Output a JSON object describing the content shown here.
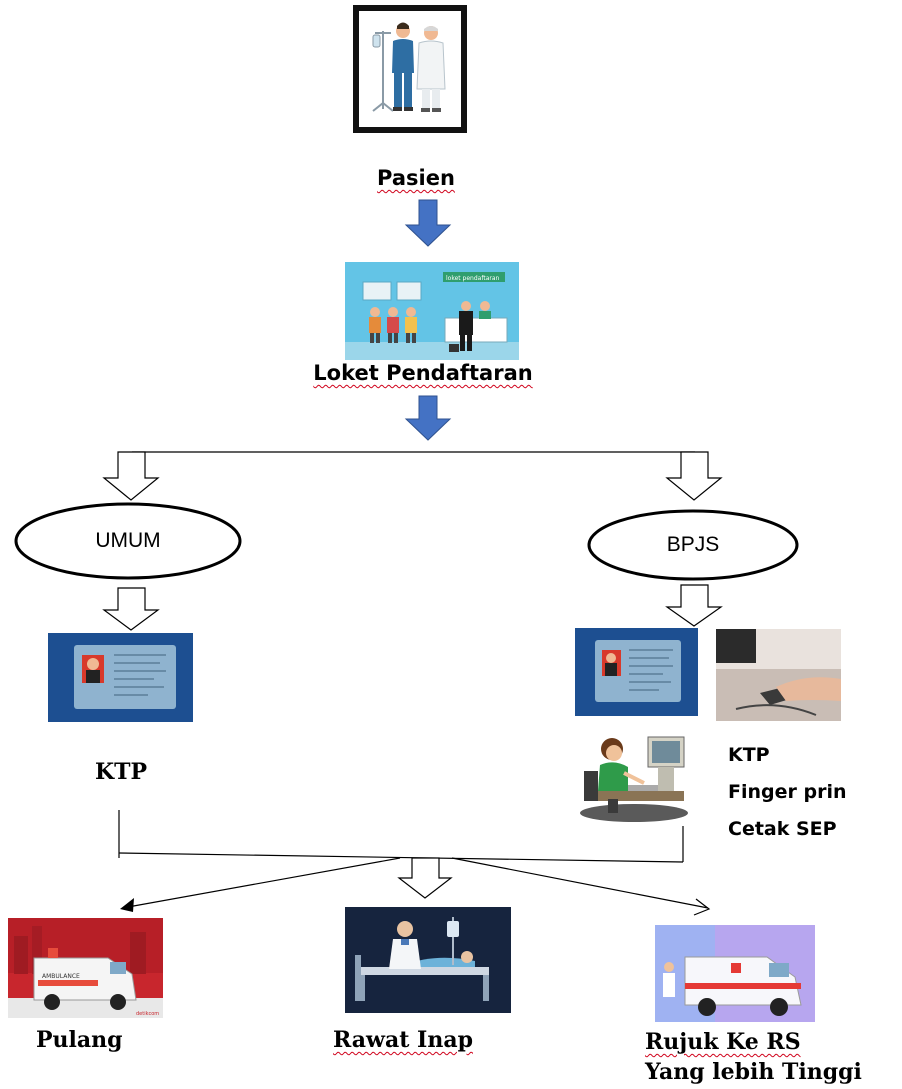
{
  "nodes": {
    "pasien": "Pasien",
    "loket": "Loket Pendaftaran",
    "umum": "UMUM",
    "bpjs": "BPJS",
    "umum_req": "KTP",
    "bpjs_req": [
      "KTP",
      "Finger prin",
      "Cetak SEP"
    ],
    "loket_sign": "loket pendaftaran",
    "pulang": "Pulang",
    "rawat_inap": "Rawat Inap",
    "rujuk_line1": "Rujuk Ke RS",
    "rujuk_line2": "Yang lebih Tinggi"
  },
  "ambulance_texts": {
    "pulang_body": "AMBULANCE",
    "pulang_watermark": "detikcom"
  },
  "colors": {
    "blue_arrow": "#4472c4",
    "red_wavy": "#d0021b",
    "id_card_bg": "#1d4f91",
    "ambulance_red_bg": "#c8262d",
    "rawat_bg": "#16243e",
    "rujuk_bg": "#a995e6"
  }
}
